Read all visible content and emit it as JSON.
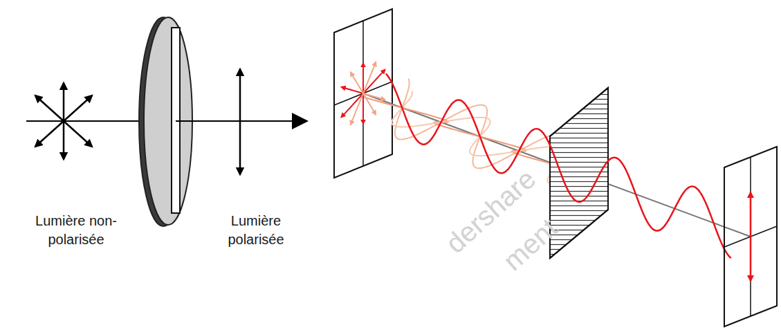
{
  "diagram": {
    "labels": [
      "Lumière non-polarisée",
      "Lumière polarisée",
      "dershare",
      "ment"
    ]
  }
}
